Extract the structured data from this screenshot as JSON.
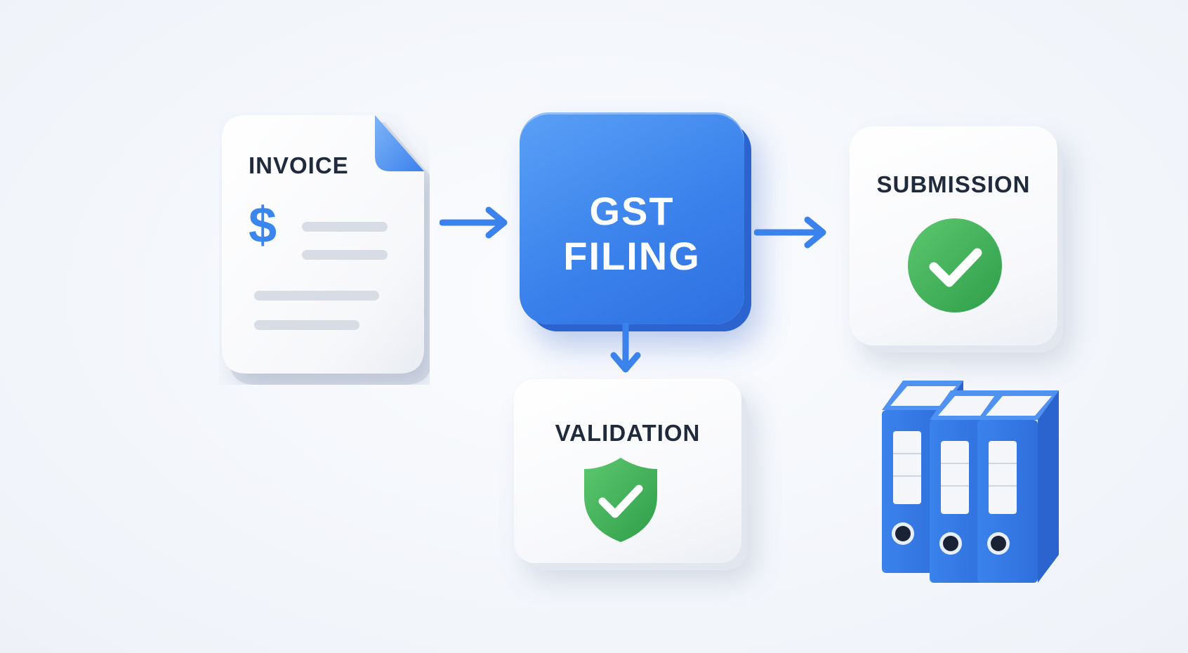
{
  "diagram": {
    "nodes": {
      "invoice": {
        "label": "INVOICE",
        "symbol": "$",
        "icon": "invoice-document-icon"
      },
      "gst_filing": {
        "line1": "GST",
        "line2": "FILING"
      },
      "submission": {
        "label": "SUBMISSION",
        "icon": "check-circle-icon"
      },
      "validation": {
        "label": "VALIDATION",
        "icon": "shield-check-icon"
      },
      "archive": {
        "icon": "binders-icon",
        "count": 3
      }
    },
    "edges": [
      {
        "from": "invoice",
        "to": "gst_filing"
      },
      {
        "from": "gst_filing",
        "to": "submission"
      },
      {
        "from": "gst_filing",
        "to": "validation"
      }
    ]
  },
  "colors": {
    "accent_blue": "#3b82ec",
    "success_green": "#3fb35a",
    "text_dark": "#1f2a3d",
    "line_grey": "#d8dce4"
  }
}
